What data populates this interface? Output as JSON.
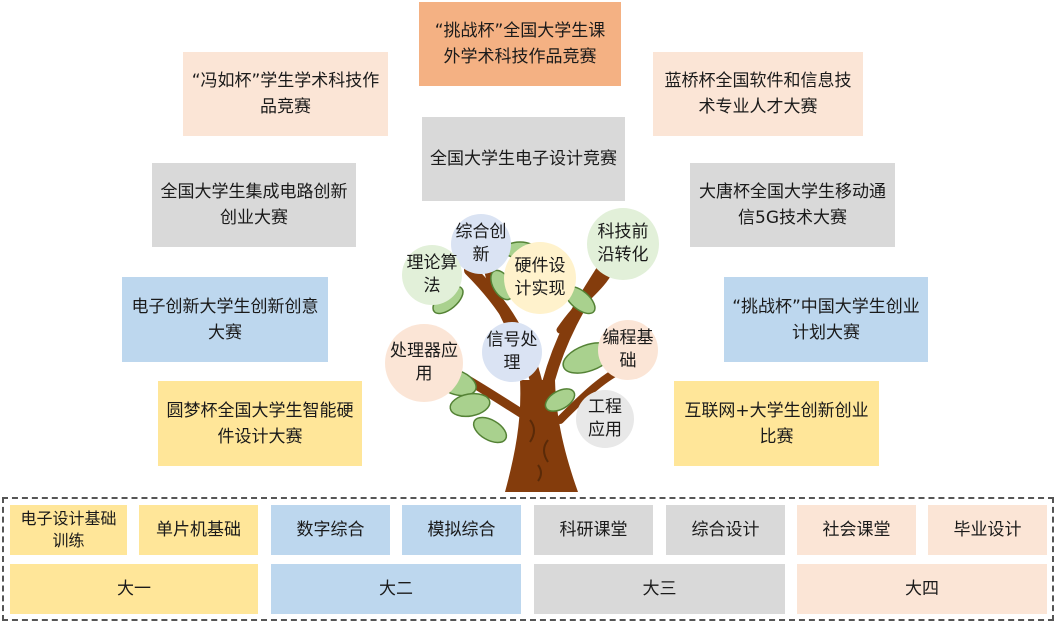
{
  "competitions": {
    "tiaozhanbei_tech": "“挑战杯”全国大学生课外学术科技作品竞赛",
    "fengrubei": "“冯如杯”学生学术科技作品竞赛",
    "lanqiaobei": "蓝桥杯全国软件和信息技术专业人才大赛",
    "electronic_design": "全国大学生电子设计竞赛",
    "ic_innovation": "全国大学生集成电路创新创业大赛",
    "datangbei": "大唐杯全国大学生移动通信5G技术大赛",
    "electronic_innovation": "电子创新大学生创新创意大赛",
    "tiaozhanbei_startup": "“挑战杯”中国大学生创业计划大赛",
    "yuanmengbei": "圆梦杯全国大学生智能硬件设计大赛",
    "internet_plus": "互联网+大学生创新创业比赛"
  },
  "skills": {
    "comprehensive_innovation": "综合创新",
    "tech_frontier": "科技前沿转化",
    "theory_algorithm": "理论算法",
    "hardware_design": "硬件设计实现",
    "processor_application": "处理器应用",
    "signal_processing": "信号处理",
    "programming_basics": "编程基础",
    "engineering_application": "工程应用"
  },
  "courses": [
    "电子设计基础训练",
    "单片机基础",
    "数字综合",
    "模拟综合",
    "科研课堂",
    "综合设计",
    "社会课堂",
    "毕业设计"
  ],
  "years": [
    "大一",
    "大二",
    "大三",
    "大四"
  ],
  "colors": {
    "orange": "#f4b183",
    "peach": "#fbe5d6",
    "gray": "#d9d9d9",
    "blue": "#bdd7ee",
    "yellow": "#ffe699",
    "leaf": "#a9d18e",
    "trunk": "#843c0c"
  }
}
